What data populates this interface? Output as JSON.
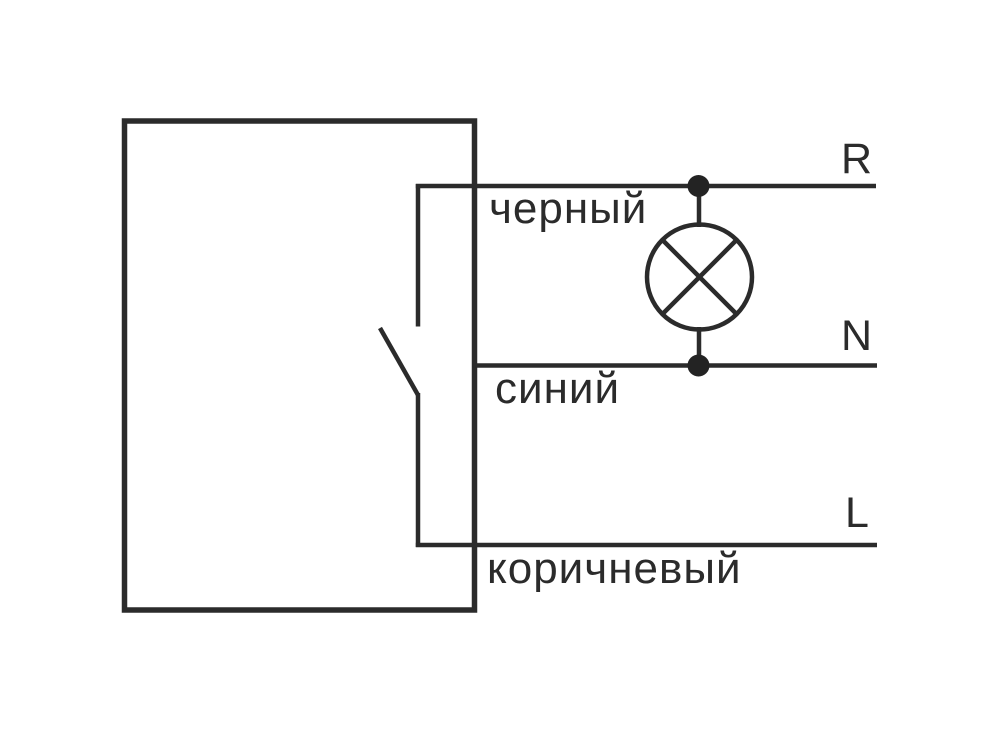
{
  "diagram": {
    "description": "wiring-diagram",
    "colors": {
      "line": "#2b2b2b",
      "dot": "#232323",
      "background": "#ffffff"
    },
    "wires": [
      {
        "label": "черный",
        "terminal": "R"
      },
      {
        "label": "синий",
        "terminal": "N"
      },
      {
        "label": "коричневый",
        "terminal": "L"
      }
    ]
  }
}
